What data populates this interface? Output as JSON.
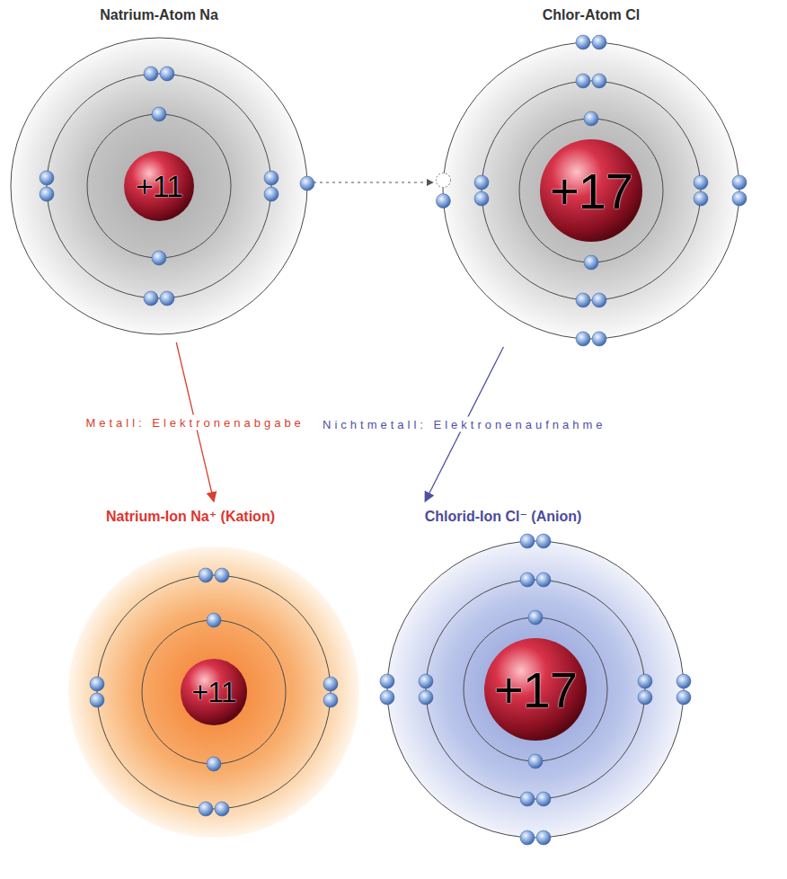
{
  "diagram": {
    "nodes": [
      {
        "text": [
          "Natrium-Atom Na"
        ]
      },
      {
        "text": [
          "+11"
        ],
        "in": 0
      },
      {
        "text": [
          "Chlor-Atom Cl"
        ]
      },
      {
        "text": [
          "+17"
        ],
        "in": 2
      },
      {
        "text": [
          "Natrium-Ion Na⁺ (Kation)"
        ]
      },
      {
        "text": [
          "+11"
        ],
        "in": 4
      },
      {
        "text": [
          "Chlorid-Ion Cl⁻ (Anion)"
        ]
      },
      {
        "text": [
          "+17"
        ],
        "in": 6
      }
    ],
    "edges": [
      {
        "from": 0,
        "to": 2,
        "arrow": "to"
      },
      {
        "from": 0,
        "to": 4,
        "arrow": "to",
        "label": "Metall: Elektronenabgabe"
      },
      {
        "from": 2,
        "to": 6,
        "arrow": "to",
        "label": "Nichtmetall: Elektronenaufnahme"
      }
    ]
  }
}
